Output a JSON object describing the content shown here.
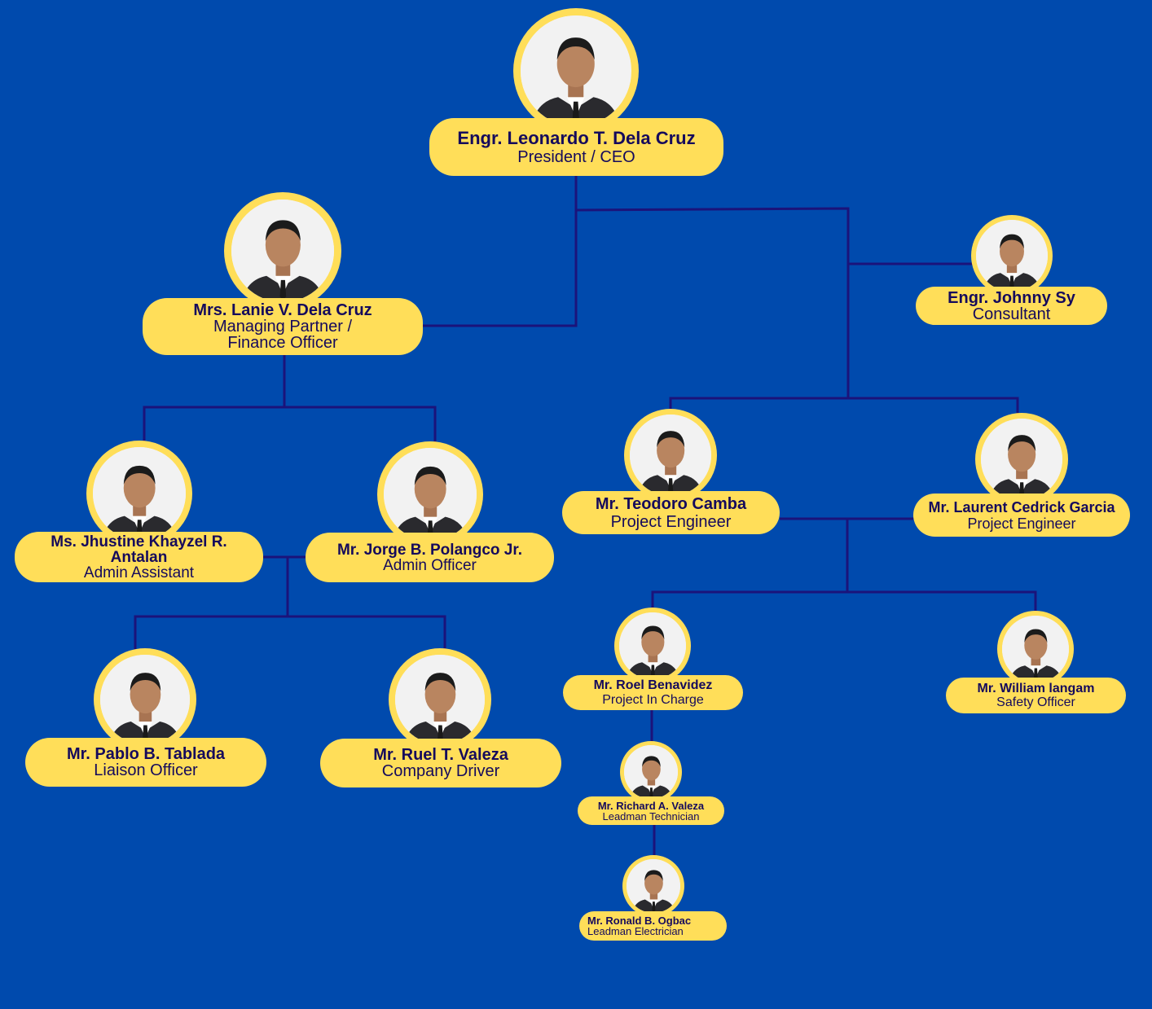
{
  "colors": {
    "background": "#004aad",
    "node": "#ffde59",
    "text": "#150a5c",
    "line": "#1b137a"
  },
  "nodes": [
    {
      "name": "Engr. Leonardo T. Dela Cruz",
      "title": "President / CEO"
    },
    {
      "name": "Mrs. Lanie V. Dela Cruz",
      "title": "Managing Partner /\nFinance Officer"
    },
    {
      "name": "Engr. Johnny Sy",
      "title": "Consultant"
    },
    {
      "name": "Mr. Teodoro Camba",
      "title": "Project Engineer"
    },
    {
      "name": "Mr. Laurent Cedrick Garcia",
      "title": "Project Engineer"
    },
    {
      "name": "Ms. Jhustine Khayzel R.\nAntalan",
      "title": "Admin Assistant"
    },
    {
      "name": "Mr. Jorge B. Polangco Jr.",
      "title": "Admin Officer"
    },
    {
      "name": "Mr. Roel Benavidez",
      "title": "Project In Charge"
    },
    {
      "name": "Mr. William langam",
      "title": "Safety Officer"
    },
    {
      "name": "Mr. Pablo B. Tablada",
      "title": "Liaison Officer"
    },
    {
      "name": "Mr. Ruel T. Valeza",
      "title": "Company Driver"
    },
    {
      "name": "Mr. Richard A. Valeza",
      "title": "Leadman Technician"
    },
    {
      "name": "Mr. Ronald B. Ogbac",
      "title": "Leadman Electrician"
    }
  ]
}
